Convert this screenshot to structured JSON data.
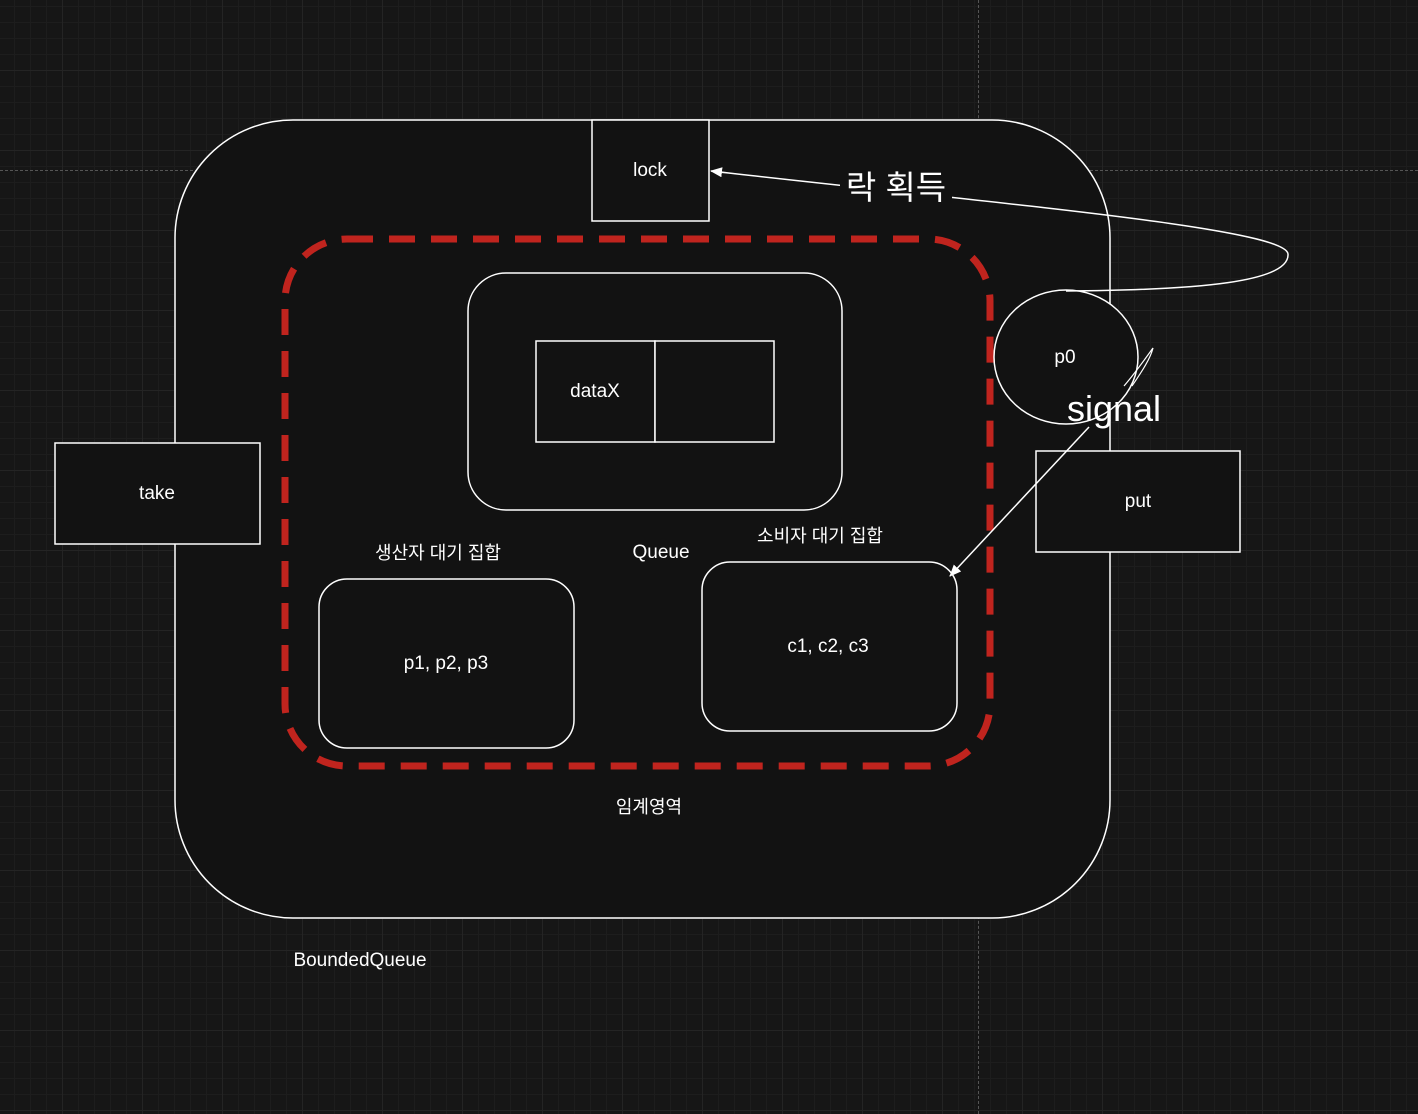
{
  "diagram": {
    "container_label": "BoundedQueue",
    "critical_section_label": "임계영역",
    "queue_label": "Queue",
    "lock_label": "lock",
    "take_label": "take",
    "put_label": "put",
    "data_cell_label": "dataX",
    "producer_set_title": "생산자 대기 집합",
    "producer_set_members": "p1, p2, p3",
    "consumer_set_title": "소비자 대기 집합",
    "consumer_set_members": "c1, c2, c3",
    "thread_label": "p0",
    "lock_acquire_label": "락 획득",
    "signal_label": "signal",
    "colors": {
      "background": "#161616",
      "stroke": "#ffffff",
      "critical_section": "#c0241e"
    }
  }
}
